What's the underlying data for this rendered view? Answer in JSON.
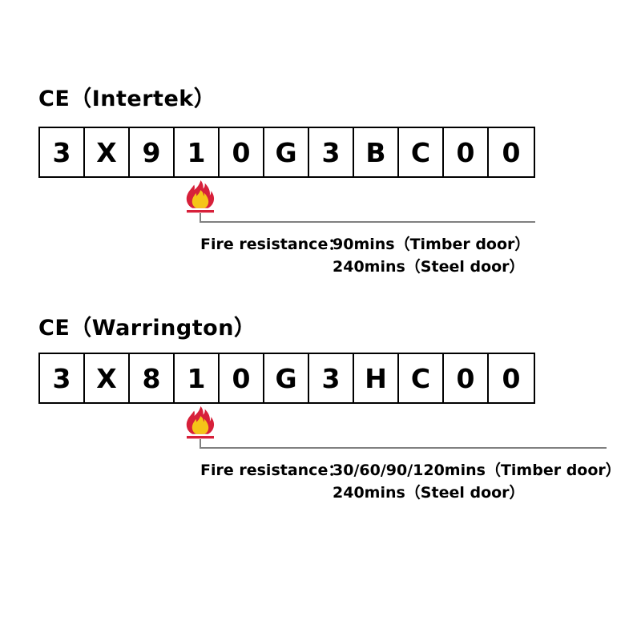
{
  "page": {
    "background": "#ffffff",
    "ink": "#000000",
    "leader_color": "#808080",
    "flame_outer_color": "#D7203A",
    "flame_inner_color": "#F5C518",
    "flame_base_color": "#D7203A"
  },
  "sections": [
    {
      "id": "intertek",
      "title": "CE（Intertek）",
      "code_cells": [
        "3",
        "X",
        "9",
        "1",
        "0",
        "G",
        "3",
        "B",
        "C",
        "0",
        "0"
      ],
      "marked_cell_index": 3,
      "flame_icon": "fire-icon",
      "callout": {
        "label": "Fire resistance：",
        "values": [
          "90mins（Timber door）",
          "240mins（Steel door）"
        ]
      }
    },
    {
      "id": "warrington",
      "title": "CE（Warrington）",
      "code_cells": [
        "3",
        "X",
        "8",
        "1",
        "0",
        "G",
        "3",
        "H",
        "C",
        "0",
        "0"
      ],
      "marked_cell_index": 3,
      "flame_icon": "fire-icon",
      "callout": {
        "label": "Fire resistance：",
        "values": [
          "30/60/90/120mins（Timber door）",
          "240mins（Steel door）"
        ]
      }
    }
  ]
}
